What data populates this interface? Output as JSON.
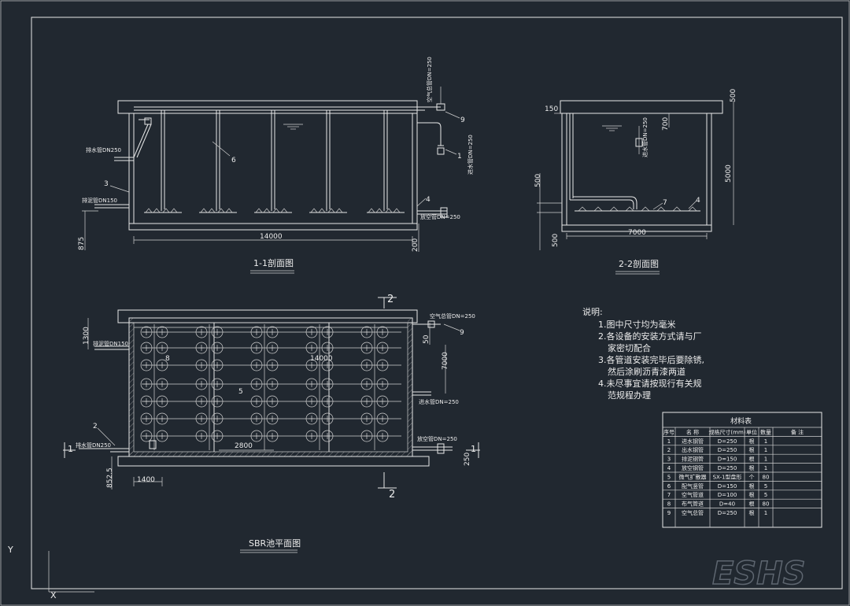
{
  "sections": {
    "s11_title": "1-1剖面图",
    "s22_title": "2-2剖面图",
    "plan_title": "SBR池平面图"
  },
  "dims": {
    "s11_len": "14000",
    "s11_875": "875",
    "s11_200": "200",
    "s22_len": "7000",
    "s22_150": "150",
    "s22_500top": "500",
    "s22_700": "700",
    "s22_5000": "5000",
    "s22_500a": "500",
    "s22_500b": "500",
    "p_1300": "1300",
    "p_50": "50",
    "p_7000": "7000",
    "p_14000": "14000",
    "p_2800": "2800",
    "p_1400": "1400",
    "p_852": "852.5",
    "p_250": "250"
  },
  "labels": {
    "s11_drain": "排水管DN250",
    "s11_sludge": "排泥管DN150",
    "s11_air_main": "空气总管DN=250",
    "s11_inlet": "进水管DN=250",
    "s11_empty": "放空管DN=250",
    "s22_inlet": "进水管DN=250",
    "p_air_main": "空气总管DN=250",
    "p_sludge": "排泥管DN150",
    "p_inlet": "进水管DN=250",
    "p_empty": "放空管DN=250",
    "p_drain": "排水管DN250"
  },
  "callouts": {
    "c1": "1",
    "c2": "2",
    "c3": "3",
    "c4": "4",
    "c5": "5",
    "c6": "6",
    "c7": "7",
    "c8": "8",
    "c9": "9",
    "c4b": "4",
    "c1b": "1",
    "c9b": "9",
    "cut2": "2",
    "cut1": "1"
  },
  "notes": {
    "title": "说明:",
    "n1": "1.图中尺寸均为毫米",
    "n2a": "2.各设备的安装方式请与厂",
    "n2b": "家密切配合",
    "n3a": "3.各管道安装完毕后要除锈,",
    "n3b": "然后涂刷沥青漆两道",
    "n4a": "4.未尽事宜请按现行有关规",
    "n4b": "范规程办理"
  },
  "materials": {
    "title": "材料表",
    "headers": [
      "序号",
      "名  称",
      "规格尺寸(mm)",
      "单位",
      "数量",
      "备  注"
    ],
    "rows": [
      [
        "1",
        "进水钢管",
        "D=250",
        "根",
        "1",
        ""
      ],
      [
        "2",
        "出水钢管",
        "D=250",
        "根",
        "1",
        ""
      ],
      [
        "3",
        "排泥钢管",
        "D=150",
        "根",
        "1",
        ""
      ],
      [
        "4",
        "放空钢管",
        "D=250",
        "根",
        "1",
        ""
      ],
      [
        "5",
        "微气扩散器",
        "SX-1型盘形",
        "个",
        "80",
        ""
      ],
      [
        "6",
        "配气竖管",
        "D=150",
        "根",
        "5",
        ""
      ],
      [
        "7",
        "空气管道",
        "D=100",
        "根",
        "5",
        ""
      ],
      [
        "8",
        "布气管道",
        "D=40",
        "根",
        "80",
        ""
      ],
      [
        "9",
        "空气总管",
        "D=250",
        "根",
        "1",
        ""
      ]
    ]
  },
  "ucs": {
    "y": "Y",
    "x": "X"
  },
  "watermark": "ESHS"
}
